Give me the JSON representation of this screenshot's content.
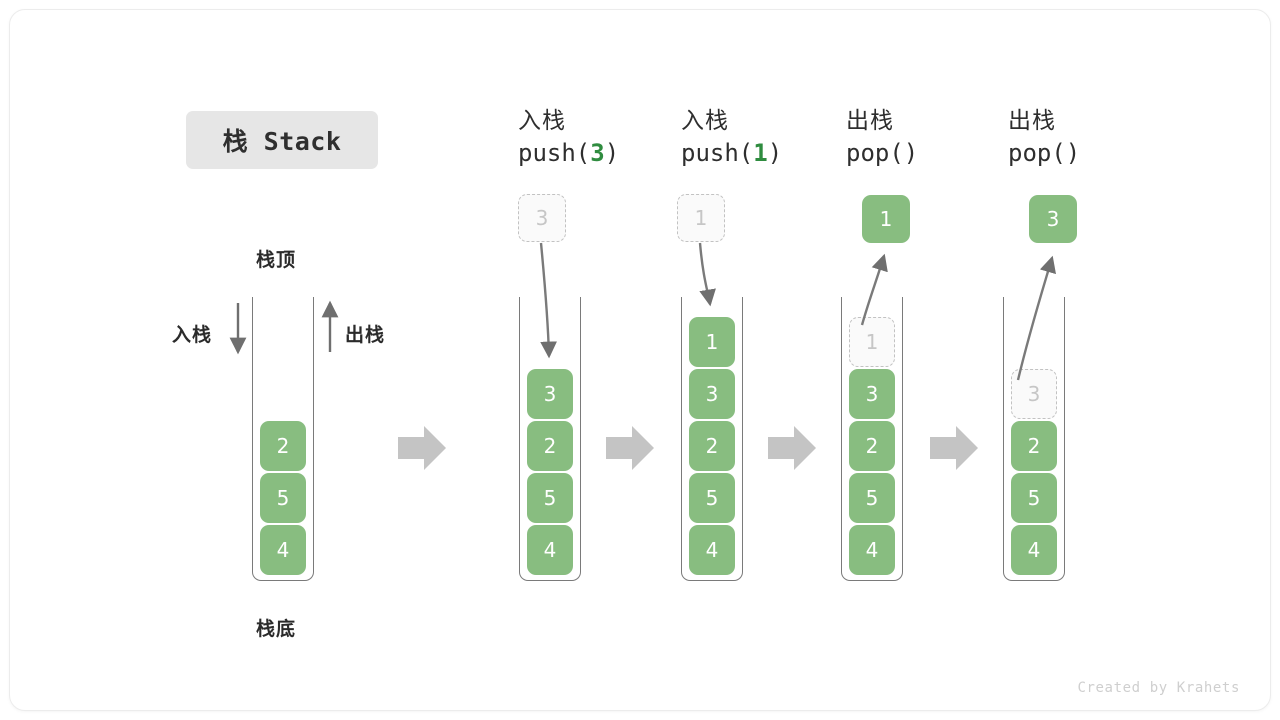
{
  "title": {
    "text": "栈 Stack"
  },
  "labels": {
    "top": "栈顶",
    "bottom": "栈底",
    "push": "入栈",
    "pop": "出栈"
  },
  "footer": {
    "text": "Created by Krahets"
  },
  "colors": {
    "element_green": "#88bd80",
    "ghost_fill": "#fafafa",
    "ghost_border": "#c2c2c2",
    "ghost_text": "#c6c6c6",
    "arrow_gray": "#7a7a7a",
    "connector_gray": "#c4c4c4",
    "title_chip_bg": "#e6e6e6",
    "accent_text": "#2f8c3f"
  },
  "columns": [
    {
      "id": "initial",
      "head_cn": "",
      "head_op_pre": "",
      "head_op_arg": "",
      "head_op_post": "",
      "cells": [
        {
          "value": "2",
          "state": "filled"
        },
        {
          "value": "5",
          "state": "filled"
        },
        {
          "value": "4",
          "state": "filled"
        }
      ],
      "float": null
    },
    {
      "id": "push-3",
      "head_cn": "入栈",
      "head_op_pre": "push(",
      "head_op_arg": "3",
      "head_op_post": ")",
      "cells": [
        {
          "value": "3",
          "state": "filled"
        },
        {
          "value": "2",
          "state": "filled"
        },
        {
          "value": "5",
          "state": "filled"
        },
        {
          "value": "4",
          "state": "filled"
        }
      ],
      "float": {
        "value": "3",
        "state": "ghost",
        "direction": "in"
      }
    },
    {
      "id": "push-1",
      "head_cn": "入栈",
      "head_op_pre": "push(",
      "head_op_arg": "1",
      "head_op_post": ")",
      "cells": [
        {
          "value": "1",
          "state": "filled"
        },
        {
          "value": "3",
          "state": "filled"
        },
        {
          "value": "2",
          "state": "filled"
        },
        {
          "value": "5",
          "state": "filled"
        },
        {
          "value": "4",
          "state": "filled"
        }
      ],
      "float": {
        "value": "1",
        "state": "ghost",
        "direction": "in"
      }
    },
    {
      "id": "pop-1",
      "head_cn": "出栈",
      "head_op_pre": "pop()",
      "head_op_arg": "",
      "head_op_post": "",
      "cells": [
        {
          "value": "1",
          "state": "ghost"
        },
        {
          "value": "3",
          "state": "filled"
        },
        {
          "value": "2",
          "state": "filled"
        },
        {
          "value": "5",
          "state": "filled"
        },
        {
          "value": "4",
          "state": "filled"
        }
      ],
      "float": {
        "value": "1",
        "state": "filled",
        "direction": "out"
      }
    },
    {
      "id": "pop-2",
      "head_cn": "出栈",
      "head_op_pre": "pop()",
      "head_op_arg": "",
      "head_op_post": "",
      "cells": [
        {
          "value": "3",
          "state": "ghost"
        },
        {
          "value": "2",
          "state": "filled"
        },
        {
          "value": "5",
          "state": "filled"
        },
        {
          "value": "4",
          "state": "filled"
        }
      ],
      "float": {
        "value": "3",
        "state": "filled",
        "direction": "out"
      }
    }
  ]
}
